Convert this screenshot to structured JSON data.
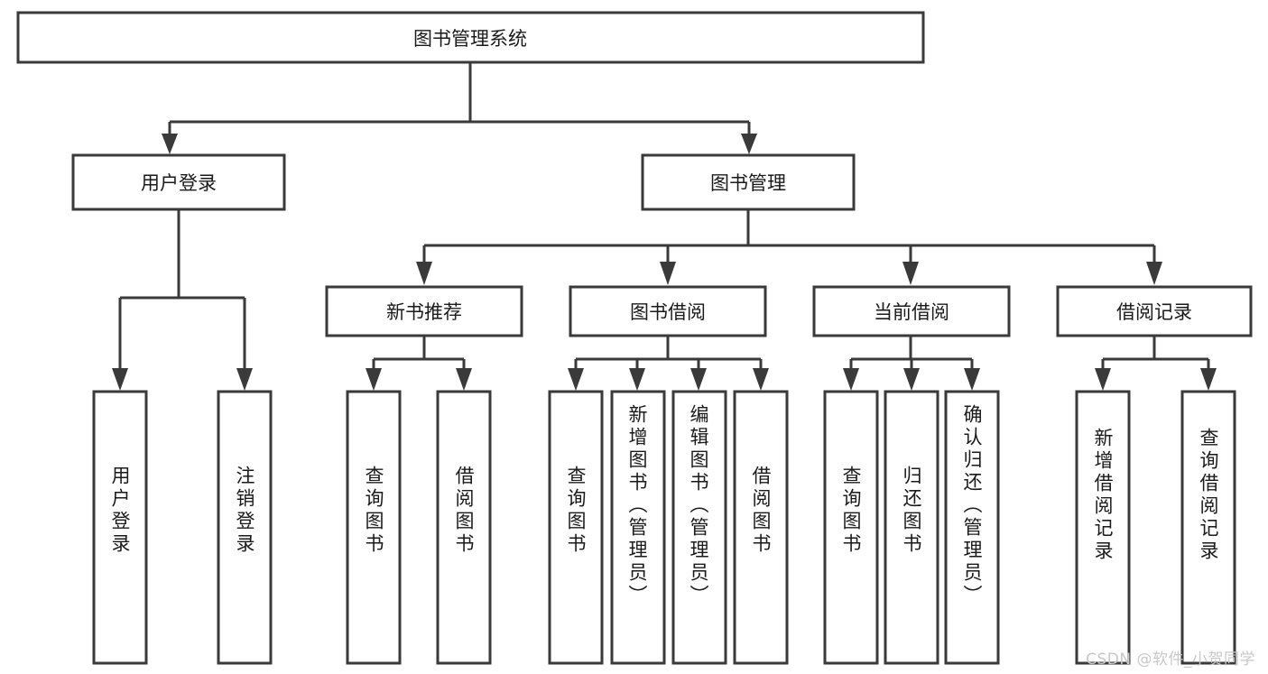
{
  "diagram": {
    "title": "图书管理系统",
    "type": "hierarchy-tree",
    "watermark": "CSDN @软件_小贺同学",
    "colors": {
      "background": "#ffffff",
      "box_fill": "#ffffff",
      "box_stroke": "#3a3a3a",
      "connector": "#3a3a3a",
      "text": "#1a1a1a",
      "watermark": "#c8c8c8"
    },
    "levels": {
      "root": {
        "label": "图书管理系统"
      },
      "level2": [
        {
          "label": "用户登录"
        },
        {
          "label": "图书管理"
        }
      ],
      "level3": [
        {
          "label": "新书推荐"
        },
        {
          "label": "图书借阅"
        },
        {
          "label": "当前借阅"
        },
        {
          "label": "借阅记录"
        }
      ],
      "leaves_user_login": [
        {
          "label": "用户登录"
        },
        {
          "label": "注销登录"
        }
      ],
      "leaves_new_book": [
        {
          "label": "查询图书"
        },
        {
          "label": "借阅图书"
        }
      ],
      "leaves_borrow": [
        {
          "label": "查询图书"
        },
        {
          "label": "新增图书（管理员）"
        },
        {
          "label": "编辑图书（管理员）"
        },
        {
          "label": "借阅图书"
        }
      ],
      "leaves_current": [
        {
          "label": "查询图书"
        },
        {
          "label": "归还图书"
        },
        {
          "label": "确认归还（管理员）"
        }
      ],
      "leaves_records": [
        {
          "label": "新增借阅记录"
        },
        {
          "label": "查询借阅记录"
        }
      ]
    }
  }
}
